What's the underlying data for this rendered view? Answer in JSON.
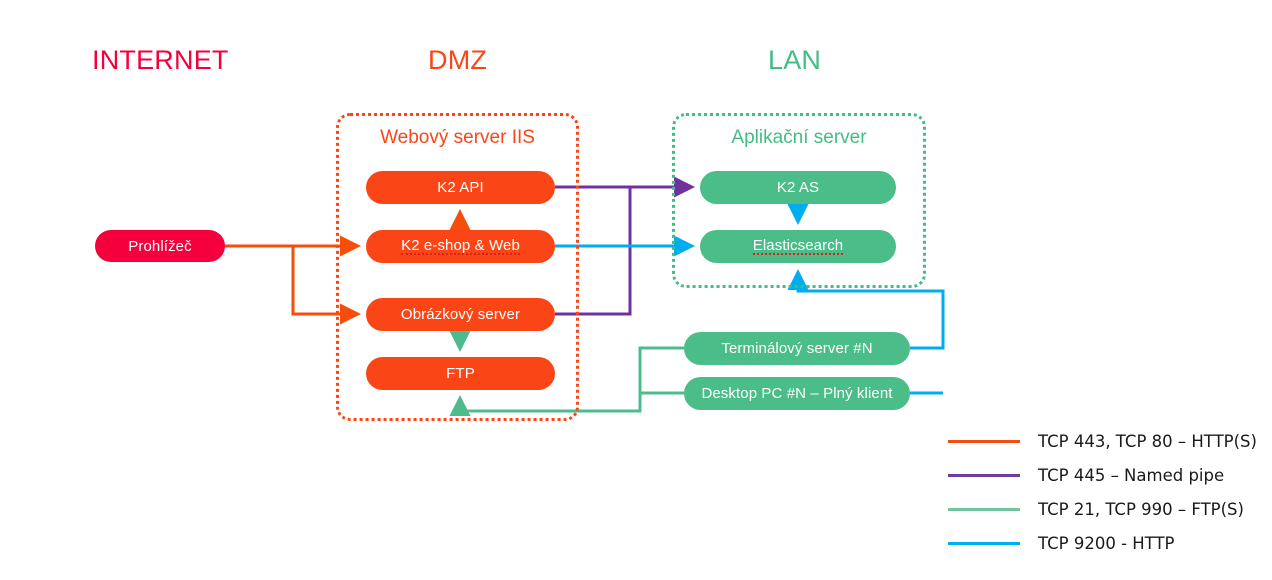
{
  "diagram": {
    "title": "Network architecture — INTERNET / DMZ / LAN",
    "zones": [
      {
        "id": "internet",
        "label": "INTERNET",
        "color": "#F5003C"
      },
      {
        "id": "dmz",
        "label": "DMZ",
        "color": "#FA4616"
      },
      {
        "id": "lan",
        "label": "LAN",
        "color": "#44BC86"
      }
    ],
    "containers": [
      {
        "id": "dmz-box",
        "label": "Webový server IIS",
        "color": "#FA4616",
        "border": "dotted"
      },
      {
        "id": "lan-box",
        "label": "Aplikační server",
        "color": "#44BC86",
        "border": "dotted"
      }
    ],
    "nodes": [
      {
        "id": "prohlizec",
        "label": "Prohlížeč",
        "color": "#F5003C",
        "zone": "internet",
        "misspelled": false
      },
      {
        "id": "k2api",
        "label": "K2 API",
        "color": "#FA4616",
        "zone": "dmz",
        "misspelled": false
      },
      {
        "id": "k2eshop",
        "label": "K2 e-shop & Web",
        "color": "#FA4616",
        "zone": "dmz",
        "misspelled": true
      },
      {
        "id": "obrazkovy",
        "label": "Obrázkový server",
        "color": "#FA4616",
        "zone": "dmz",
        "misspelled": false
      },
      {
        "id": "ftp",
        "label": "FTP",
        "color": "#FA4616",
        "zone": "dmz",
        "misspelled": false
      },
      {
        "id": "k2as",
        "label": "K2 AS",
        "color": "#4ABD88",
        "zone": "lan",
        "misspelled": false
      },
      {
        "id": "elastic",
        "label": "Elasticsearch",
        "color": "#4ABD88",
        "zone": "lan",
        "misspelled": true
      },
      {
        "id": "terminal",
        "label": "Terminálový server #N",
        "color": "#4ABD88",
        "zone": "lan",
        "misspelled": false
      },
      {
        "id": "desktop",
        "label": "Desktop PC #N – Plný klient",
        "color": "#4ABD88",
        "zone": "lan",
        "misspelled": false
      }
    ],
    "connections": [
      {
        "from": "prohlizec",
        "to": "k2eshop",
        "protocol": "http"
      },
      {
        "from": "prohlizec",
        "to": "obrazkovy",
        "protocol": "http"
      },
      {
        "from": "k2eshop",
        "to": "k2api",
        "protocol": "http"
      },
      {
        "from": "k2api",
        "to": "k2as",
        "protocol": "namedpipe"
      },
      {
        "from": "obrazkovy",
        "to": "k2as",
        "protocol": "namedpipe"
      },
      {
        "from": "k2eshop",
        "to": "elastic",
        "protocol": "elastic"
      },
      {
        "from": "k2as",
        "to": "elastic",
        "protocol": "elastic"
      },
      {
        "from": "obrazkovy",
        "to": "ftp",
        "protocol": "ftp"
      },
      {
        "from": "terminal",
        "to": "ftp",
        "protocol": "ftp"
      },
      {
        "from": "desktop",
        "to": "ftp",
        "protocol": "ftp"
      },
      {
        "from": "terminal",
        "to": "elastic",
        "protocol": "elastic"
      },
      {
        "from": "desktop",
        "to": "elastic",
        "protocol": "elastic"
      }
    ]
  },
  "legend": {
    "items": [
      {
        "color": "#F04E12",
        "label": "TCP 443, TCP 80 – HTTP(S)"
      },
      {
        "color": "#6B3FA0",
        "label": "TCP 445 – Named pipe"
      },
      {
        "color": "#72C4A0",
        "label": "TCP 21, TCP 990 – FTP(S)"
      },
      {
        "color": "#00AEEF",
        "label": "TCP 9200 - HTTP"
      }
    ]
  },
  "colors": {
    "http": "#F74D0A",
    "named_pipe": "#7030A0",
    "ftp": "#4CBC8C",
    "elastic": "#00AEEF",
    "internet": "#F5003C",
    "dmz": "#FA4616",
    "lan": "#44BC86"
  }
}
